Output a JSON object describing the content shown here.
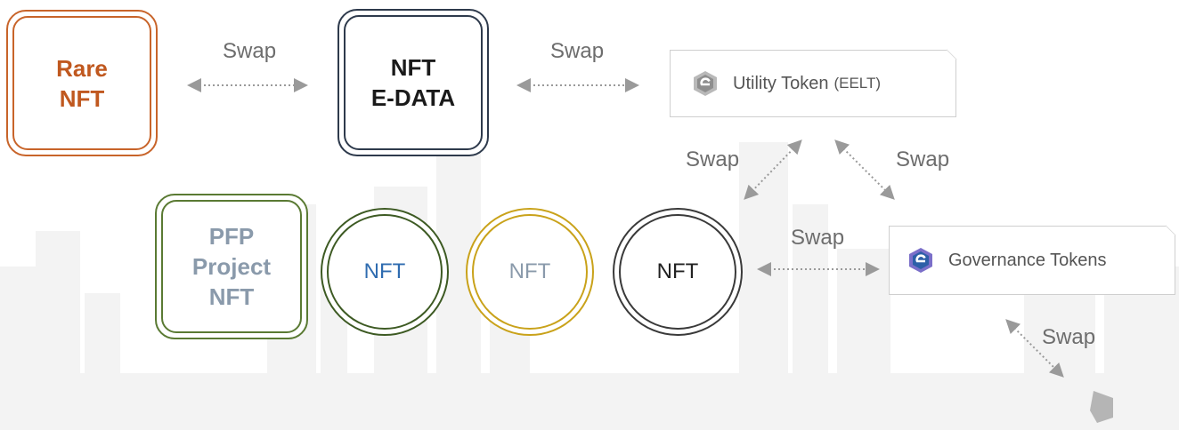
{
  "nodes": {
    "rare_nft": "Rare\nNFT",
    "nft_edata": "NFT\nE-DATA",
    "pfp_project_nft": "PFP\nProject\nNFT",
    "nft_circle_1": "NFT",
    "nft_circle_2": "NFT",
    "nft_circle_3": "NFT"
  },
  "tokens": {
    "utility": {
      "label": "Utility Token",
      "ticker": "(EELT)",
      "logo_icon": "e-coin-icon-gray"
    },
    "governance": {
      "label": "Governance Tokens",
      "logo_icon": "e-coin-icon-blue"
    }
  },
  "swap_labels": {
    "rare_to_edata": "Swap",
    "edata_to_utility": "Swap",
    "utility_to_nft": "Swap",
    "utility_to_governance": "Swap",
    "nft_to_governance": "Swap",
    "governance_to_bottom": "Swap"
  },
  "colors": {
    "rare": "#c8642a",
    "edata": "#2e3a4c",
    "pfp": "#5a7a33",
    "circle_green": "#3d5a23",
    "circle_gold": "#c9a21a",
    "circle_dark": "#3a3a3a",
    "nft_blue_text": "#2f6cb0",
    "arrow": "#9a9a9a"
  }
}
